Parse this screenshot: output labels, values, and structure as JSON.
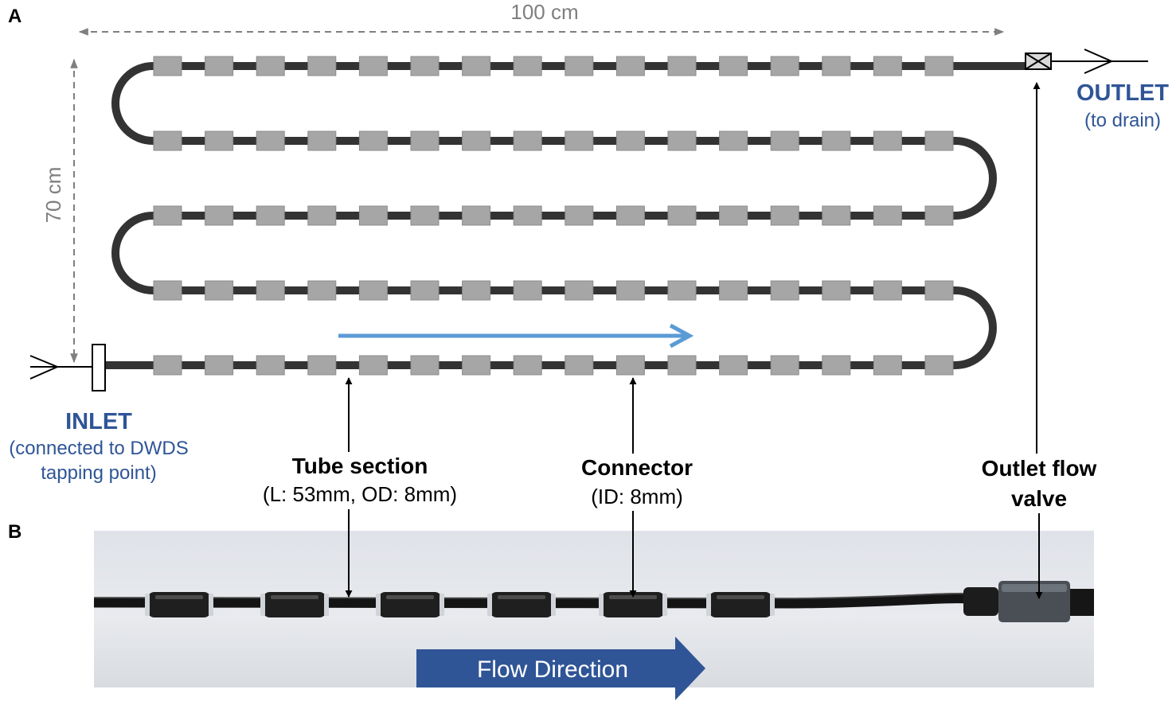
{
  "panels": {
    "a_label": "A",
    "b_label": "B"
  },
  "dimensions": {
    "width_label": "100 cm",
    "height_label": "70 cm"
  },
  "inlet": {
    "title": "INLET",
    "sub_line1": "(connected to DWDS",
    "sub_line2": "tapping point)"
  },
  "outlet": {
    "title": "OUTLET",
    "sub": "(to drain)"
  },
  "labels": {
    "tube_title": "Tube section",
    "tube_sub": "(L: 53mm, OD: 8mm)",
    "connector_title": "Connector",
    "connector_sub": "(ID: 8mm)",
    "valve_line1": "Outlet flow",
    "valve_line2": "valve"
  },
  "photo": {
    "flow_label": "Flow Direction"
  },
  "colors": {
    "tube": "#333333",
    "connector": "#a6a6a6",
    "flow_arrow": "#5b9bd5",
    "port_text": "#2f5597",
    "flow_banner": "#2f5597",
    "dimension": "#7f7f7f"
  }
}
